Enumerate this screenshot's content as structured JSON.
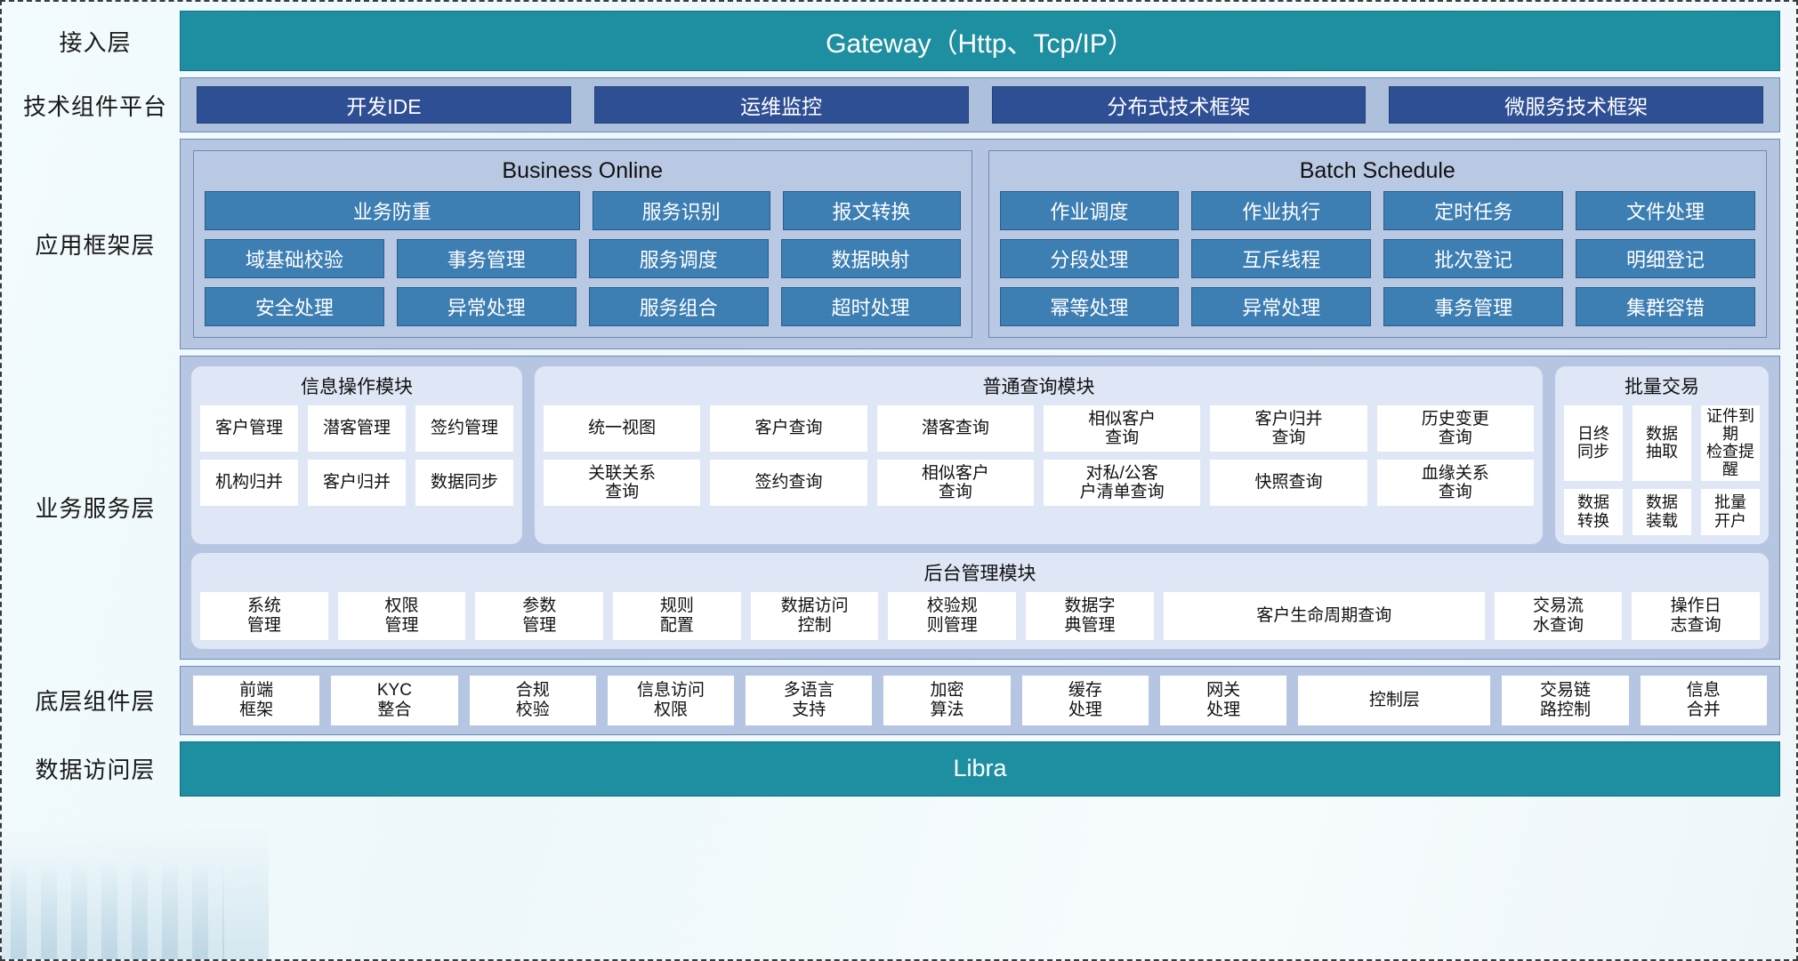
{
  "layers": [
    {
      "key": "access",
      "label": "接入层"
    },
    {
      "key": "tech",
      "label": "技术组件平台"
    },
    {
      "key": "appfw",
      "label": "应用框架层"
    },
    {
      "key": "bizsvc",
      "label": "业务服务层"
    },
    {
      "key": "base",
      "label": "底层组件层"
    },
    {
      "key": "dataaccess",
      "label": "数据访问层"
    }
  ],
  "access": {
    "gateway_label": "Gateway（Http、Tcp/IP）"
  },
  "tech": {
    "items": [
      "开发IDE",
      "运维监控",
      "分布式技术框架",
      "微服务技术框架"
    ]
  },
  "appfw": {
    "panels": [
      {
        "title": "Business Online",
        "rows": [
          [
            "业务防重",
            "服务识别",
            "报文转换"
          ],
          [
            "域基础校验",
            "事务管理",
            "服务调度",
            "数据映射"
          ],
          [
            "安全处理",
            "异常处理",
            "服务组合",
            "超时处理"
          ]
        ]
      },
      {
        "title": "Batch Schedule",
        "rows": [
          [
            "作业调度",
            "作业执行",
            "定时任务",
            "文件处理"
          ],
          [
            "分段处理",
            "互斥线程",
            "批次登记",
            "明细登记"
          ],
          [
            "幂等处理",
            "异常处理",
            "事务管理",
            "集群容错"
          ]
        ]
      }
    ]
  },
  "bizsvc": {
    "modules": [
      {
        "title": "信息操作模块",
        "rows": [
          [
            "客户管理",
            "潜客管理",
            "签约管理"
          ],
          [
            "机构归并",
            "客户归并",
            "数据同步"
          ]
        ]
      },
      {
        "title": "普通查询模块",
        "rows": [
          [
            "统一视图",
            "客户查询",
            "潜客查询",
            "相似客户\n查询",
            "客户归并\n查询",
            "历史变更\n查询"
          ],
          [
            "关联关系\n查询",
            "签约查询",
            "相似客户\n查询",
            "对私/公客\n户清单查询",
            "快照查询",
            "血缘关系\n查询"
          ]
        ]
      },
      {
        "title": "批量交易",
        "rows": [
          [
            "日终\n同步",
            "数据\n抽取",
            "证件到期\n检查提醒"
          ],
          [
            "数据\n转换",
            "数据\n装载",
            "批量\n开户"
          ]
        ]
      }
    ],
    "admin": {
      "title": "后台管理模块",
      "items": [
        "系统\n管理",
        "权限\n管理",
        "参数\n管理",
        "规则\n配置",
        "数据访问\n控制",
        "校验规\n则管理",
        "数据字\n典管理",
        "客户生命周期查询",
        "交易流\n水查询",
        "操作日\n志查询"
      ]
    }
  },
  "base": {
    "items": [
      "前端\n框架",
      "KYC\n整合",
      "合规\n校验",
      "信息访问\n权限",
      "多语言\n支持",
      "加密\n算法",
      "缓存\n处理",
      "网关\n处理",
      "控制层",
      "交易链\n路控制",
      "信息\n合并"
    ]
  },
  "dataaccess": {
    "label": "Libra"
  },
  "colors": {
    "teal": "#1e8fa0",
    "dark_blue": "#2f4f95",
    "mid_blue": "#3d7eb3",
    "band_blue": "#b6c6e2",
    "tech_band": "#adc0dc",
    "module_bg": "#dfe6f5",
    "cell_white": "#ffffff"
  }
}
